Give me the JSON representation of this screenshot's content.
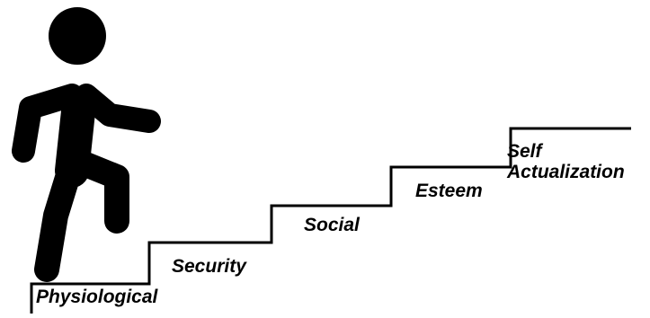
{
  "diagram": {
    "steps": [
      {
        "id": "physiological",
        "lines": [
          "Physiological"
        ]
      },
      {
        "id": "security",
        "lines": [
          "Security"
        ]
      },
      {
        "id": "social",
        "lines": [
          "Social"
        ]
      },
      {
        "id": "esteem",
        "lines": [
          "Esteem"
        ]
      },
      {
        "id": "self-actualization",
        "lines": [
          "Self",
          "Actualization"
        ]
      }
    ],
    "figure_icon": "walking-person-icon",
    "colors": {
      "line": "#000000",
      "text": "#000000",
      "background": "#ffffff"
    }
  }
}
